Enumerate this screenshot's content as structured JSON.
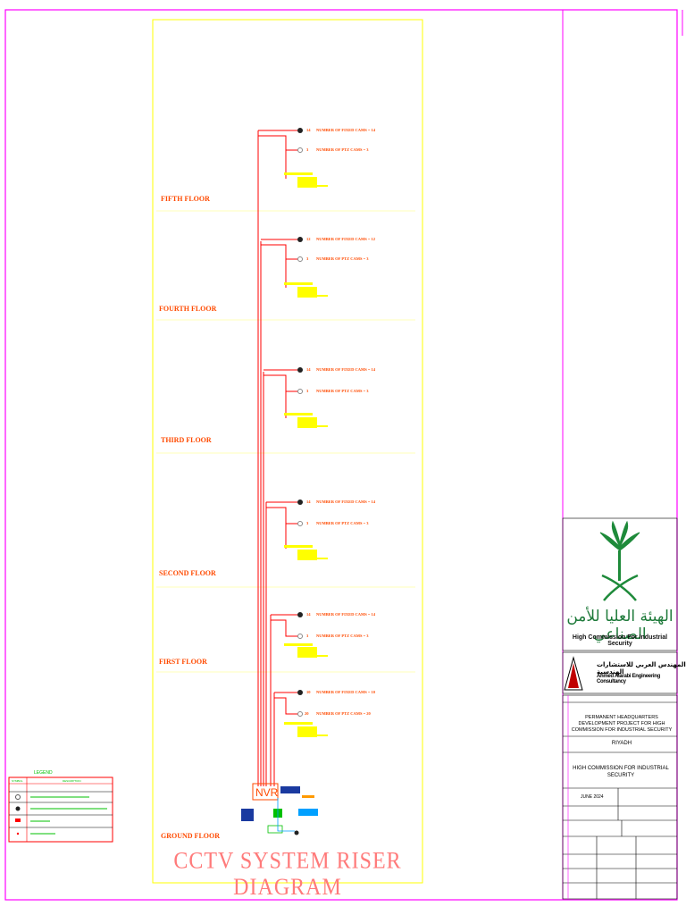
{
  "drawing": {
    "title": "CCTV SYSTEM RISER DIAGRAM",
    "colors": {
      "border": "#ff00ff",
      "riser": "#ff0000",
      "frame": "#ffff00",
      "text": "#ff4a00",
      "legend": "#00c000"
    },
    "floors": [
      {
        "name": "FIFTH FLOOR",
        "fixed_count": "14",
        "fixed_label": "NUMBER OF FIXED CAMS = 14",
        "ptz_count": "3",
        "ptz_label": "NUMBER OF PTZ CAMS = 3"
      },
      {
        "name": "FOURTH FLOOR",
        "fixed_count": "12",
        "fixed_label": "NUMBER OF FIXED CAMS = 12",
        "ptz_count": "3",
        "ptz_label": "NUMBER OF PTZ CAMS = 3"
      },
      {
        "name": "THIRD FLOOR",
        "fixed_count": "14",
        "fixed_label": "NUMBER OF FIXED CAMS = 14",
        "ptz_count": "3",
        "ptz_label": "NUMBER OF PTZ CAMS = 3"
      },
      {
        "name": "SECOND FLOOR",
        "fixed_count": "14",
        "fixed_label": "NUMBER OF FIXED CAMS = 14",
        "ptz_count": "3",
        "ptz_label": "NUMBER OF PTZ CAMS = 3"
      },
      {
        "name": "FIRST FLOOR",
        "fixed_count": "14",
        "fixed_label": "NUMBER OF FIXED CAMS = 14",
        "ptz_count": "3",
        "ptz_label": "NUMBER OF PTZ CAMS = 3"
      },
      {
        "name": "GROUND FLOOR",
        "fixed_count": "10",
        "fixed_label": "NUMBER OF FIXED CAMS = 10",
        "ptz_count": "20",
        "ptz_label": "NUMBER OF PTZ CAMS = 20"
      }
    ],
    "nvr_label": "NVR",
    "legend": {
      "title": "LEGEND",
      "col_symbol": "SYMBOL",
      "col_desc": "DESCRIPTION"
    }
  },
  "title_block": {
    "client_ar": "الهيئة العليا للأمن الصناعي",
    "client_en": "High Commission For Industrial Security",
    "consultant_ar": "المهندس العربي للاستشارات الهندسية",
    "consultant_en": "Ahmed Alarabi Engineering Consultancy",
    "project": "PERMANENT HEADQUARTERS DEVELOPMENT PROJECT FOR HIGH COMMISSION FOR INDUSTRIAL SECURITY",
    "location": "RIYADH",
    "owner": "HIGH COMMISSION FOR INDUSTRIAL SECURITY",
    "date": "JUNE 2024"
  }
}
